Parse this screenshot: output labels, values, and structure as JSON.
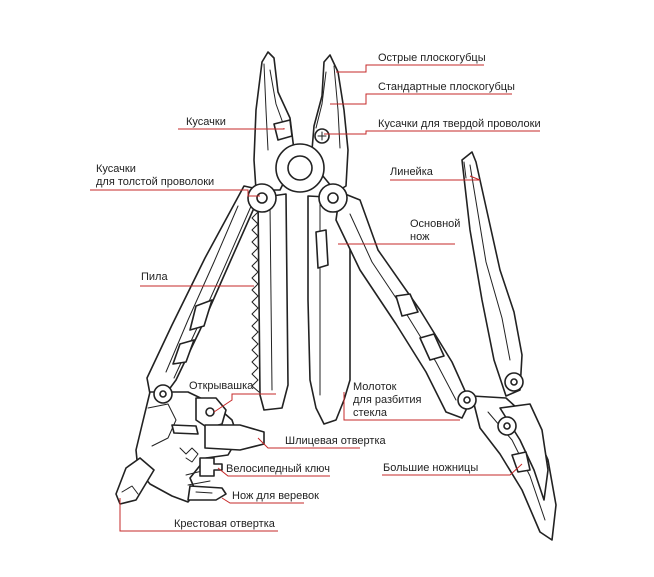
{
  "colors": {
    "leader": "#c62828",
    "outline": "#222222",
    "background": "#ffffff"
  },
  "labels": {
    "sharp_pliers": "Острые плоскогубцы",
    "standard_pliers": "Стандартные плоскогубцы",
    "cutters": "Кусачки",
    "hard_wire_cutters": "Кусачки для твердой проволоки",
    "thick_wire_cutters_line1": "Кусачки",
    "thick_wire_cutters_line2": "для толстой проволоки",
    "ruler": "Линейка",
    "main_knife_line1": "Основной",
    "main_knife_line2": "нож",
    "saw": "Пила",
    "bottle_opener": "Открывашка",
    "glass_breaker_line1": "Молоток",
    "glass_breaker_line2": "для разбития",
    "glass_breaker_line3": "стекла",
    "flat_screwdriver": "Шлицевая отвертка",
    "bike_wrench": "Велосипедный ключ",
    "big_scissors": "Большие ножницы",
    "rope_knife": "Нож для веревок",
    "phillips_screwdriver": "Крестовая отвертка"
  }
}
